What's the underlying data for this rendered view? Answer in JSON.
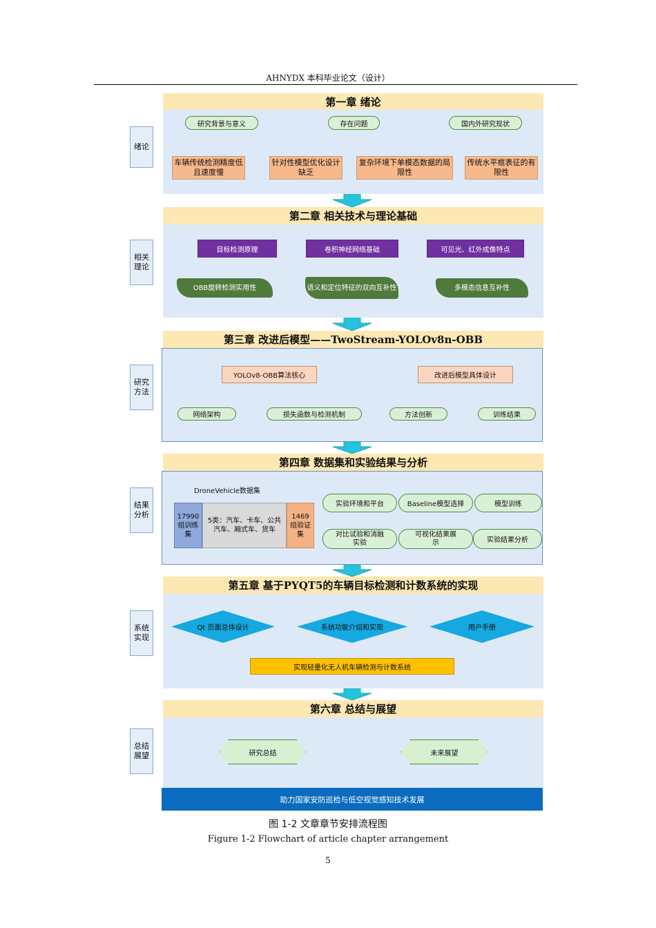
{
  "header": "AHNYDX 本科毕业论文（设计）",
  "chapters": {
    "ch1": {
      "title": "第一章  绪论",
      "side": "绪论",
      "pills": [
        "研究背景与意义",
        "存在问题",
        "国内外研究现状"
      ],
      "boxes": [
        "车辆传统检测精度低且速度慢",
        "针对性模型优化设计缺乏",
        "复杂环境下单模态数据的局限性",
        "传统水平框表征的有限性"
      ]
    },
    "ch2": {
      "title": "第二章  相关技术与理论基础",
      "side": "相关理论",
      "top": [
        "目标检测原理",
        "卷积神经网络基础",
        "可见光、红外成像特点"
      ],
      "bottom": [
        "OBB旋转检测实用性",
        "语义和定位特征的双向互补性",
        "多模态信息互补性"
      ]
    },
    "ch3": {
      "title": "第三章  改进后模型——TwoStream-YOLOv8n-OBB",
      "side": "研究方法",
      "heads": [
        "YOLOv8-OBB算法核心",
        "改进后模型具体设计"
      ],
      "leaves": [
        "网络架构",
        "损失函数与检测机制",
        "方法创新",
        "训练结果"
      ]
    },
    "ch4": {
      "title": "第四章  数据集和实验结果与分析",
      "side": "结果分析",
      "dataset_label": "DroneVehicle数据集",
      "train": "17990组训练集",
      "classes": "5类：汽车、卡车、公共汽车、厢式车、货车",
      "test": "1469组验证集",
      "ovals": [
        "实验环境和平台",
        "Baseline模型选择",
        "模型训练",
        "对比试验和消融实验",
        "可视化结果展示",
        "实验结果分析"
      ]
    },
    "ch5": {
      "title": "第五章  基于PYQT5的车辆目标检测和计数系统的实现",
      "side": "系统实现",
      "diamonds": [
        "Qt 页面总体设计",
        "系统功能介绍和实现",
        "用户手册"
      ],
      "result": "实现轻量化无人机车辆检测与计数系统"
    },
    "ch6": {
      "title": "第六章  总结与展望",
      "side": "总结展望",
      "hexes": [
        "研究总结",
        "未来展望"
      ],
      "band": "助力国家安防巡检与低空视觉感知技术发展"
    }
  },
  "caption_cn": "图 1-2 文章章节安排流程图",
  "caption_en": "Figure 1-2 Flowchart of article chapter arrangement",
  "page_number": "5",
  "colors": {
    "banner": "#fde8b4",
    "panel": "#dde9f6",
    "blue_arrow": "#2f5597",
    "cyan_arrow": "#26c4dc",
    "purple": "#7030a0",
    "peach": "#f7b88b",
    "diamond": "#16a8e0",
    "result": "#ffc000",
    "band": "#0b6cbf"
  }
}
